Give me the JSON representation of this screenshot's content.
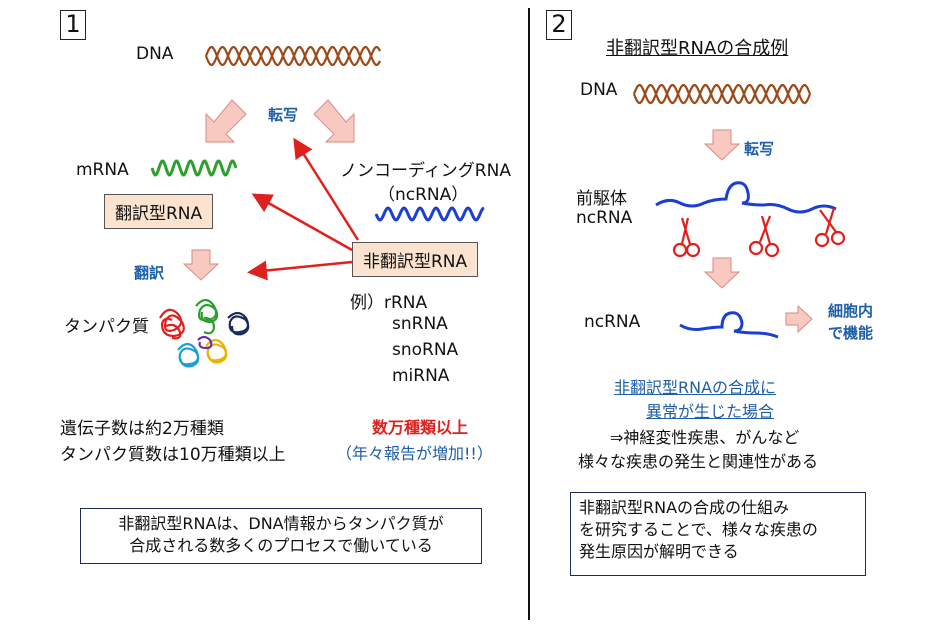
{
  "left": {
    "number": "1",
    "dna": "DNA",
    "transcription": "転写",
    "mrna": "mRNA",
    "translated_rna": "翻訳型RNA",
    "ncrna_title": "ノンコーディングRNA",
    "ncrna_abbr": "（ncRNA）",
    "nontranslated_rna": "非翻訳型RNA",
    "translation": "翻訳",
    "protein": "タンパク質",
    "examples": [
      "例）rRNA",
      "snRNA",
      "snoRNA",
      "miRNA"
    ],
    "gene_count": "遺伝子数は約2万種類",
    "protein_count": "タンパク質数は10万種類以上",
    "ncrna_count": "数万種類以上",
    "ncrna_note": "（年々報告が増加!!）",
    "summary_line1": "非翻訳型RNAは、DNA情報からタンパク質が",
    "summary_line2": "合成される数多くのプロセスで働いている"
  },
  "right": {
    "number": "2",
    "title": "非翻訳型RNAの合成例",
    "dna": "DNA",
    "transcription": "転写",
    "precursor_line1": "前駆体",
    "precursor_line2": "ncRNA",
    "ncrna": "ncRNA",
    "function_line1": "細胞内",
    "function_line2": "で機能",
    "abnormal_line1": "非翻訳型RNAの合成に",
    "abnormal_line2": "異常が生じた場合",
    "disease_line1": "⇒神経変性疾患、がんなど",
    "disease_line2": "様々な疾患の発生と関連性がある",
    "summary_line1": "非翻訳型RNAの合成の仕組み",
    "summary_line2": "を研究することで、様々な疾患の",
    "summary_line3": "発生原因が解明できる"
  },
  "colors": {
    "dna": "#9c4a1a",
    "mrna": "#2ca02c",
    "ncrna": "#1a3fd6",
    "arrow_red": "#e0201c",
    "arrow_fill": "#f7c9c0",
    "scissors": "#e0201c",
    "accent_blue": "#1f5fa8",
    "box_fill": "#fbe3cf"
  }
}
